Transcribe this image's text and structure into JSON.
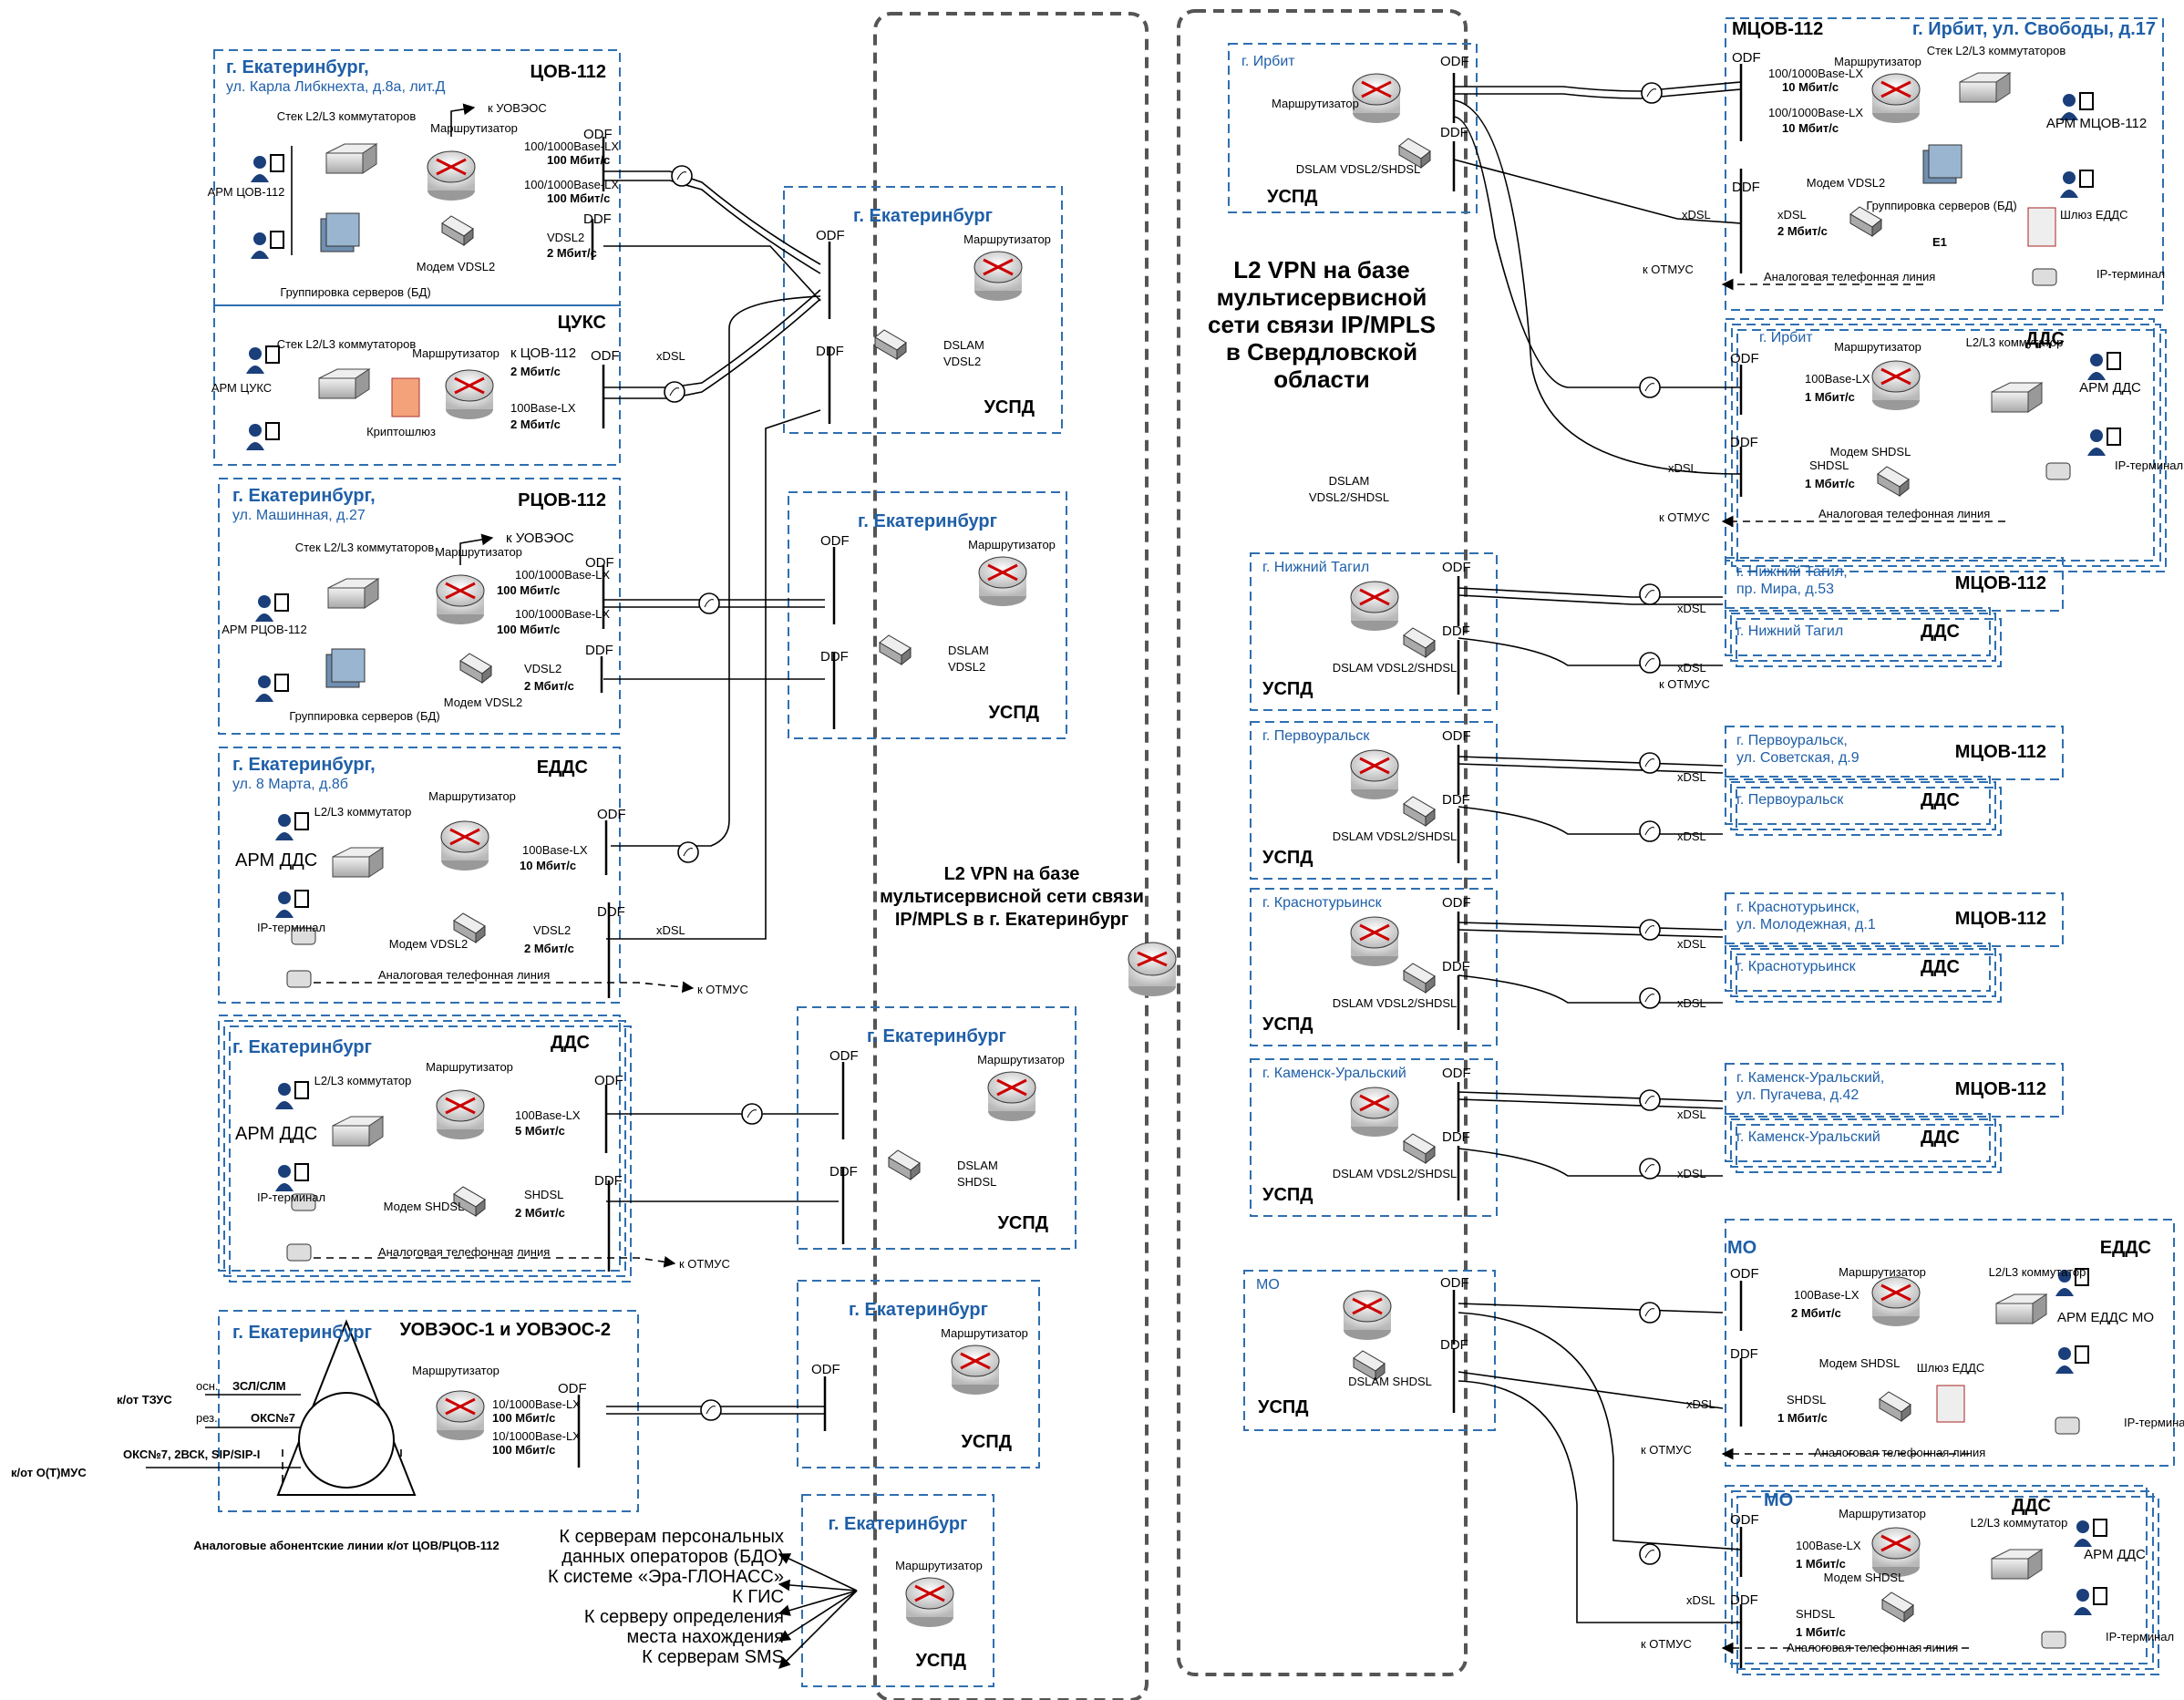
{
  "center": {
    "ekb_vpn": "L2 VPN на базе мультисервисной сети связи IP/MPLS в г. Екатеринбург",
    "obl_vpn": "L2 VPN на базе мультисервисной сети связи IP/MPLS в Свердловской области",
    "dslam_note": "DSLAM VDSL2/SHDSL"
  },
  "labels": {
    "router": "Маршрутизатор",
    "odf": "ODF",
    "ddf": "DDF",
    "uspd": "УСПД",
    "dslam_vdsl2": "DSLAM VDSL2",
    "dslam_shdsl": "DSLAM SHDSL",
    "dslam_vdsl2_shdsl": "DSLAM VDSL2/SHDSL",
    "modem_vdsl2": "Модем VDSL2",
    "modem_shdsl": "Модем SHDSL",
    "stack": "Стек L2/L3 коммутаторов",
    "switch": "L2/L3 коммутатор",
    "servers": "Группировка серверов (БД)",
    "ip_terminal": "IP-терминал",
    "analog_line": "Аналоговая телефонная линия",
    "to_otmus": "к ОТМУС",
    "to_uvzos": "к УОВЭОС",
    "to_cov": "к ЦОВ-112",
    "xdsl": "xDSL",
    "vdsl2": "VDSL2",
    "shdsl": "SHDSL",
    "b100_1000": "100/1000Base-LX",
    "b100": "100Base-LX",
    "b10_1000": "10/1000Base-LX",
    "s100": "100 Мбит/с",
    "s10": "10 Мбит/с",
    "s5": "5 Мбит/с",
    "s2": "2 Мбит/с",
    "s1": "1 Мбит/с",
    "e1": "E1",
    "crypto": "Криптошлюз",
    "gateway": "Шлюз ЕДДС",
    "mcov": "МЦОВ-112",
    "dds": "ДДС",
    "eddc": "ЕДДС",
    "mo": "МО"
  },
  "left": {
    "cov": {
      "city": "г. Екатеринбург,",
      "addr": "ул. Карла Либкнехта, д.8а, лит.Д",
      "name": "ЦОВ-112",
      "arm": "АРМ ЦОВ-112"
    },
    "cuks": {
      "name": "ЦУКС",
      "arm": "АРМ ЦУКС"
    },
    "rcov": {
      "city": "г. Екатеринбург,",
      "addr": "ул. Машинная, д.27",
      "name": "РЦОВ-112",
      "arm": "АРМ РЦОВ-112"
    },
    "eddc": {
      "city": "г. Екатеринбург,",
      "addr": "ул. 8 Марта, д.8б",
      "name": "ЕДДС",
      "arm": "АРМ ДДС"
    },
    "dds": {
      "city": "г. Екатеринбург",
      "name": "ДДС",
      "arm": "АРМ ДДС"
    },
    "uvz": {
      "city": "г. Екатеринбург",
      "name": "УОВЭОС-1 и УОВЭОС-2",
      "tzus": "к/от ТЗУС",
      "omus": "к/от О(Т)МУС",
      "osn": "осн.",
      "rez": "рез.",
      "zsl": "ЗСЛ/СЛМ",
      "oks7": "ОКС№7",
      "oks_list": "ОКС№7, 2ВСК, SIP/SIP-I",
      "analog": "Аналоговые абонентские линии к/от ЦОВ/РЦОВ-112"
    }
  },
  "uspd_city": "г. Екатеринбург",
  "services": [
    "К серверам персональных",
    "данных операторов (БДО)",
    "К системе «Эра-ГЛОНАСС»",
    "К ГИС",
    "К серверу определения",
    "места нахождения",
    "К серверам SMS"
  ],
  "right": {
    "irbit_uspd": "г. Ирбит",
    "irbit_mcov": {
      "name": "МЦОВ-112",
      "addr": "г. Ирбит, ул. Свободы, д.17",
      "arm": "АРМ МЦОВ-112"
    },
    "irbit_dds": {
      "city": "г. Ирбит",
      "name": "ДДС",
      "arm": "АРМ ДДС"
    },
    "cities": [
      {
        "uspd": "г. Нижний Тагил",
        "mcov": "г. Нижний Тагил,",
        "mcov2": "пр. Мира, д.53",
        "dds": "г. Нижний Тагил"
      },
      {
        "uspd": "г. Первоуральск",
        "mcov": "г. Первоуральск,",
        "mcov2": "ул. Советская, д.9",
        "dds": "г. Первоуральск"
      },
      {
        "uspd": "г. Краснотурьинск",
        "mcov": "г. Краснотурьинск,",
        "mcov2": "ул. Молодежная, д.1",
        "dds": "г. Краснотурьинск"
      },
      {
        "uspd": "г. Каменск-Уральский",
        "mcov": "г. Каменск-Уральский,",
        "mcov2": "ул. Пугачева, д.42",
        "dds": "г. Каменск-Уральский"
      }
    ],
    "mo_uspd": "МО",
    "mo_eddc": {
      "name": "МО",
      "type": "ЕДДС",
      "arm": "АРМ ЕДДС МО"
    },
    "mo_dds": {
      "name": "МО",
      "type": "ДДС",
      "arm": "АРМ ДДС"
    }
  }
}
